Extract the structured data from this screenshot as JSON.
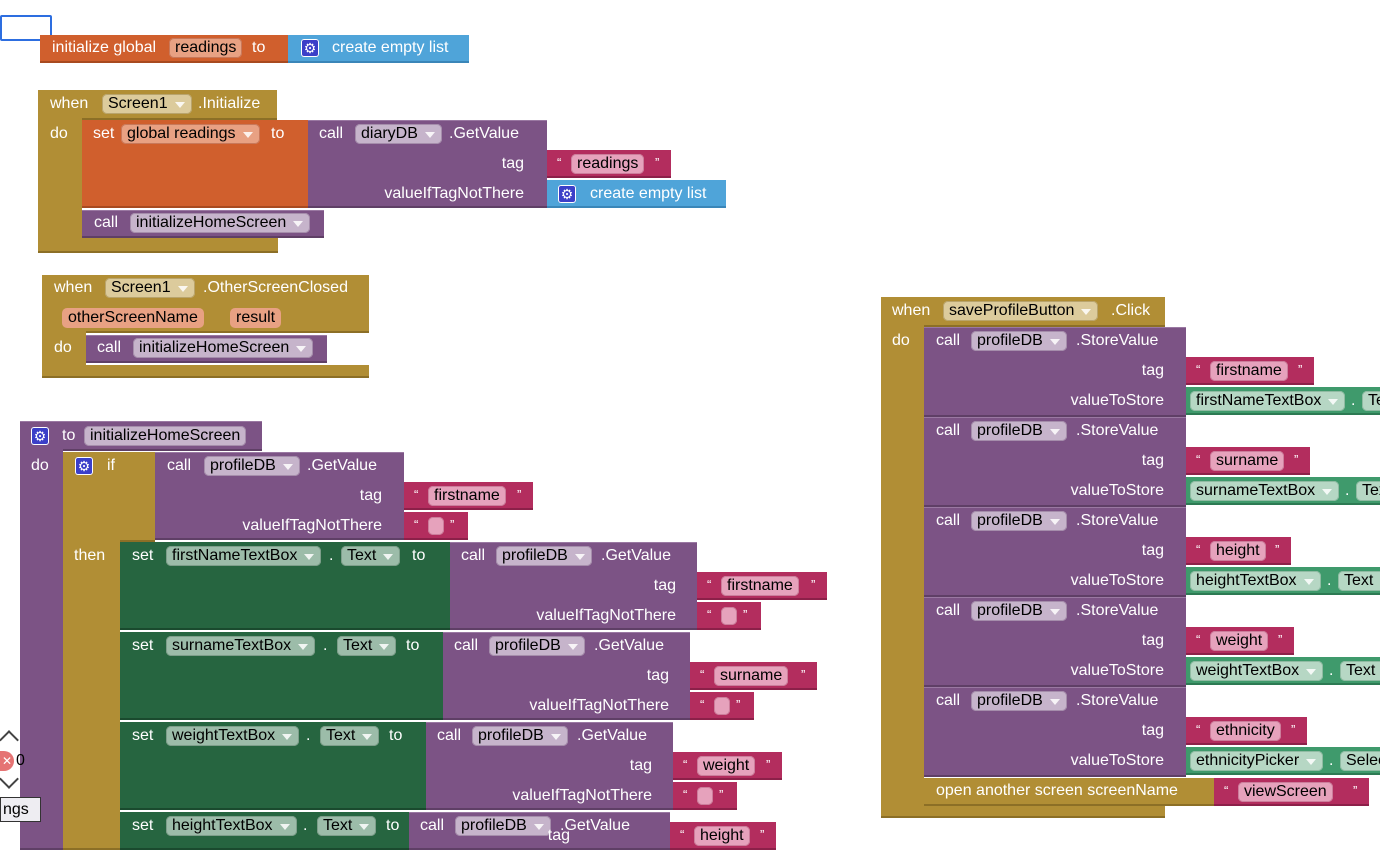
{
  "global_init": {
    "label": "initialize global",
    "var": "readings",
    "to": "to",
    "value": "create empty list"
  },
  "screen_init": {
    "when": "when",
    "component": "Screen1",
    "event": ".Initialize",
    "do": "do",
    "set": "set",
    "var": "global readings",
    "to": "to",
    "call": "call",
    "db": "diaryDB",
    "method": ".GetValue",
    "tag_label": "tag",
    "tag": "readings",
    "default_label": "valueIfTagNotThere",
    "default": "create empty list",
    "proc_call": "initializeHomeScreen"
  },
  "screen_closed": {
    "when": "when",
    "component": "Screen1",
    "event": ".OtherScreenClosed",
    "params": [
      "otherScreenName",
      "result"
    ],
    "do": "do",
    "call": "call",
    "proc_call": "initializeHomeScreen"
  },
  "procedure": {
    "to": "to",
    "name": "initializeHomeScreen",
    "do": "do",
    "if": "if",
    "then": "then",
    "call": "call",
    "set": "set",
    "dot": ".",
    "tag_label": "tag",
    "default_label": "valueIfTagNotThere",
    "cond": {
      "db": "profileDB",
      "method": ".GetValue",
      "tag": "firstname"
    },
    "sets": [
      {
        "component": "firstNameTextBox",
        "prop": "Text",
        "db": "profileDB",
        "method": ".GetValue",
        "tag": "firstname"
      },
      {
        "component": "surnameTextBox",
        "prop": "Text",
        "db": "profileDB",
        "method": ".GetValue",
        "tag": "surname"
      },
      {
        "component": "weightTextBox",
        "prop": "Text",
        "db": "profileDB",
        "method": ".GetValue",
        "tag": "weight"
      },
      {
        "component": "heightTextBox",
        "prop": "Text",
        "db": "profileDB",
        "method": ".GetValue",
        "tag": "height"
      }
    ]
  },
  "click_handler": {
    "when": "when",
    "component": "saveProfileButton",
    "event": ".Click",
    "do": "do",
    "call": "call",
    "tag_label": "tag",
    "value_label": "valueToStore",
    "dot": ".",
    "stores": [
      {
        "db": "profileDB",
        "method": ".StoreValue",
        "tag": "firstname",
        "source": "firstNameTextBox",
        "prop": "Text"
      },
      {
        "db": "profileDB",
        "method": ".StoreValue",
        "tag": "surname",
        "source": "surnameTextBox",
        "prop": "Text"
      },
      {
        "db": "profileDB",
        "method": ".StoreValue",
        "tag": "height",
        "source": "heightTextBox",
        "prop": "Text"
      },
      {
        "db": "profileDB",
        "method": ".StoreValue",
        "tag": "weight",
        "source": "weightTextBox",
        "prop": "Text"
      },
      {
        "db": "profileDB",
        "method": ".StoreValue",
        "tag": "ethnicity",
        "source": "ethnicityPicker",
        "prop": "Selection"
      }
    ],
    "open_screen": "open another screen  screenName",
    "screen": "viewScreen"
  },
  "side_controls": {
    "error_count": "0",
    "search_text": "ngs"
  },
  "quotes": {
    "open": "“",
    "close": "”"
  },
  "colors": {
    "orange": "#D05F2D",
    "gold": "#B18E35",
    "purple": "#7C5385",
    "blue": "#4FA4D9",
    "string": "#B32D5E",
    "setter": "#266540",
    "getter": "#3F9A6C"
  }
}
